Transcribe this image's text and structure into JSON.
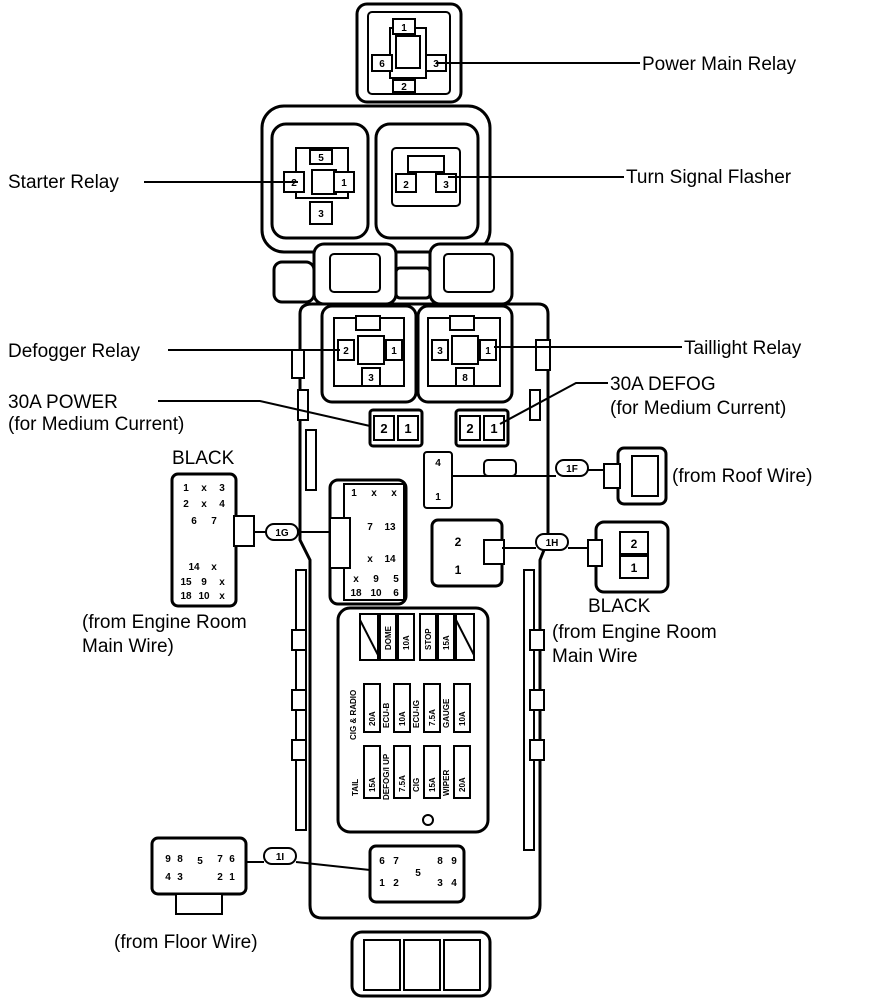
{
  "labels": {
    "power_main_relay": "Power Main Relay",
    "starter_relay": "Starter Relay",
    "turn_signal_flasher": "Turn Signal Flasher",
    "defogger_relay": "Defogger Relay",
    "taillight_relay": "Taillight Relay",
    "power_30a_l1": "30A POWER",
    "power_30a_l2": "(for Medium Current)",
    "defog_30a_l1": "30A DEFOG",
    "defog_30a_l2": "(for Medium Current)",
    "black_left": "BLACK",
    "engine_room_left_l1": "(from Engine Room",
    "engine_room_left_l2": "Main Wire)",
    "roof_wire": "(from Roof Wire)",
    "black_right": "BLACK",
    "engine_room_right_l1": "(from Engine Room",
    "engine_room_right_l2": "Main Wire",
    "floor_wire": "(from Floor Wire)"
  },
  "connector_tags": {
    "1g": "1G",
    "1f": "1F",
    "1h": "1H",
    "1i": "1I"
  },
  "relay_pins": {
    "power_main": [
      "1",
      "6",
      "3",
      "2"
    ],
    "starter": [
      "5",
      "2",
      "1",
      "3"
    ],
    "turn_signal": [
      "2",
      "3"
    ],
    "defogger": [
      "2",
      "1",
      "3"
    ],
    "taillight": [
      "3",
      "1",
      "8"
    ],
    "power_30a": [
      "2",
      "1"
    ],
    "defog_30a": [
      "2",
      "1"
    ]
  },
  "connector_pins": {
    "black_left_top": [
      "1",
      "x",
      "3",
      "2",
      "x",
      "4",
      "6",
      "7"
    ],
    "black_left_bottom": [
      "14",
      "x",
      "15",
      "9",
      "x",
      "18",
      "10",
      "x"
    ],
    "center_connector": [
      "1",
      "x",
      "x",
      "7",
      "13",
      "x",
      "14",
      "x",
      "9",
      "5",
      "18",
      "10",
      "6"
    ],
    "roof": [
      "4",
      "1"
    ],
    "engine_right": [
      "2",
      "1"
    ],
    "floor_left": [
      "9",
      "8",
      "5",
      "7",
      "6",
      "4",
      "3",
      "2",
      "1"
    ],
    "floor_center": [
      "6",
      "7",
      "8",
      "9",
      "5",
      "1",
      "2",
      "3",
      "4"
    ]
  },
  "fuses": {
    "row1": [
      "",
      "DOME",
      "10A",
      "STOP",
      "15A",
      ""
    ],
    "row2": [
      "CIG & RADIO",
      "20A",
      "ECU-B",
      "10A",
      "ECU-IG",
      "7.5A",
      "GAUGE",
      "10A"
    ],
    "row3": [
      "TAIL",
      "15A",
      "DEFOG/I UP",
      "7.5A",
      "CIG",
      "15A",
      "WIPER",
      "20A"
    ]
  }
}
